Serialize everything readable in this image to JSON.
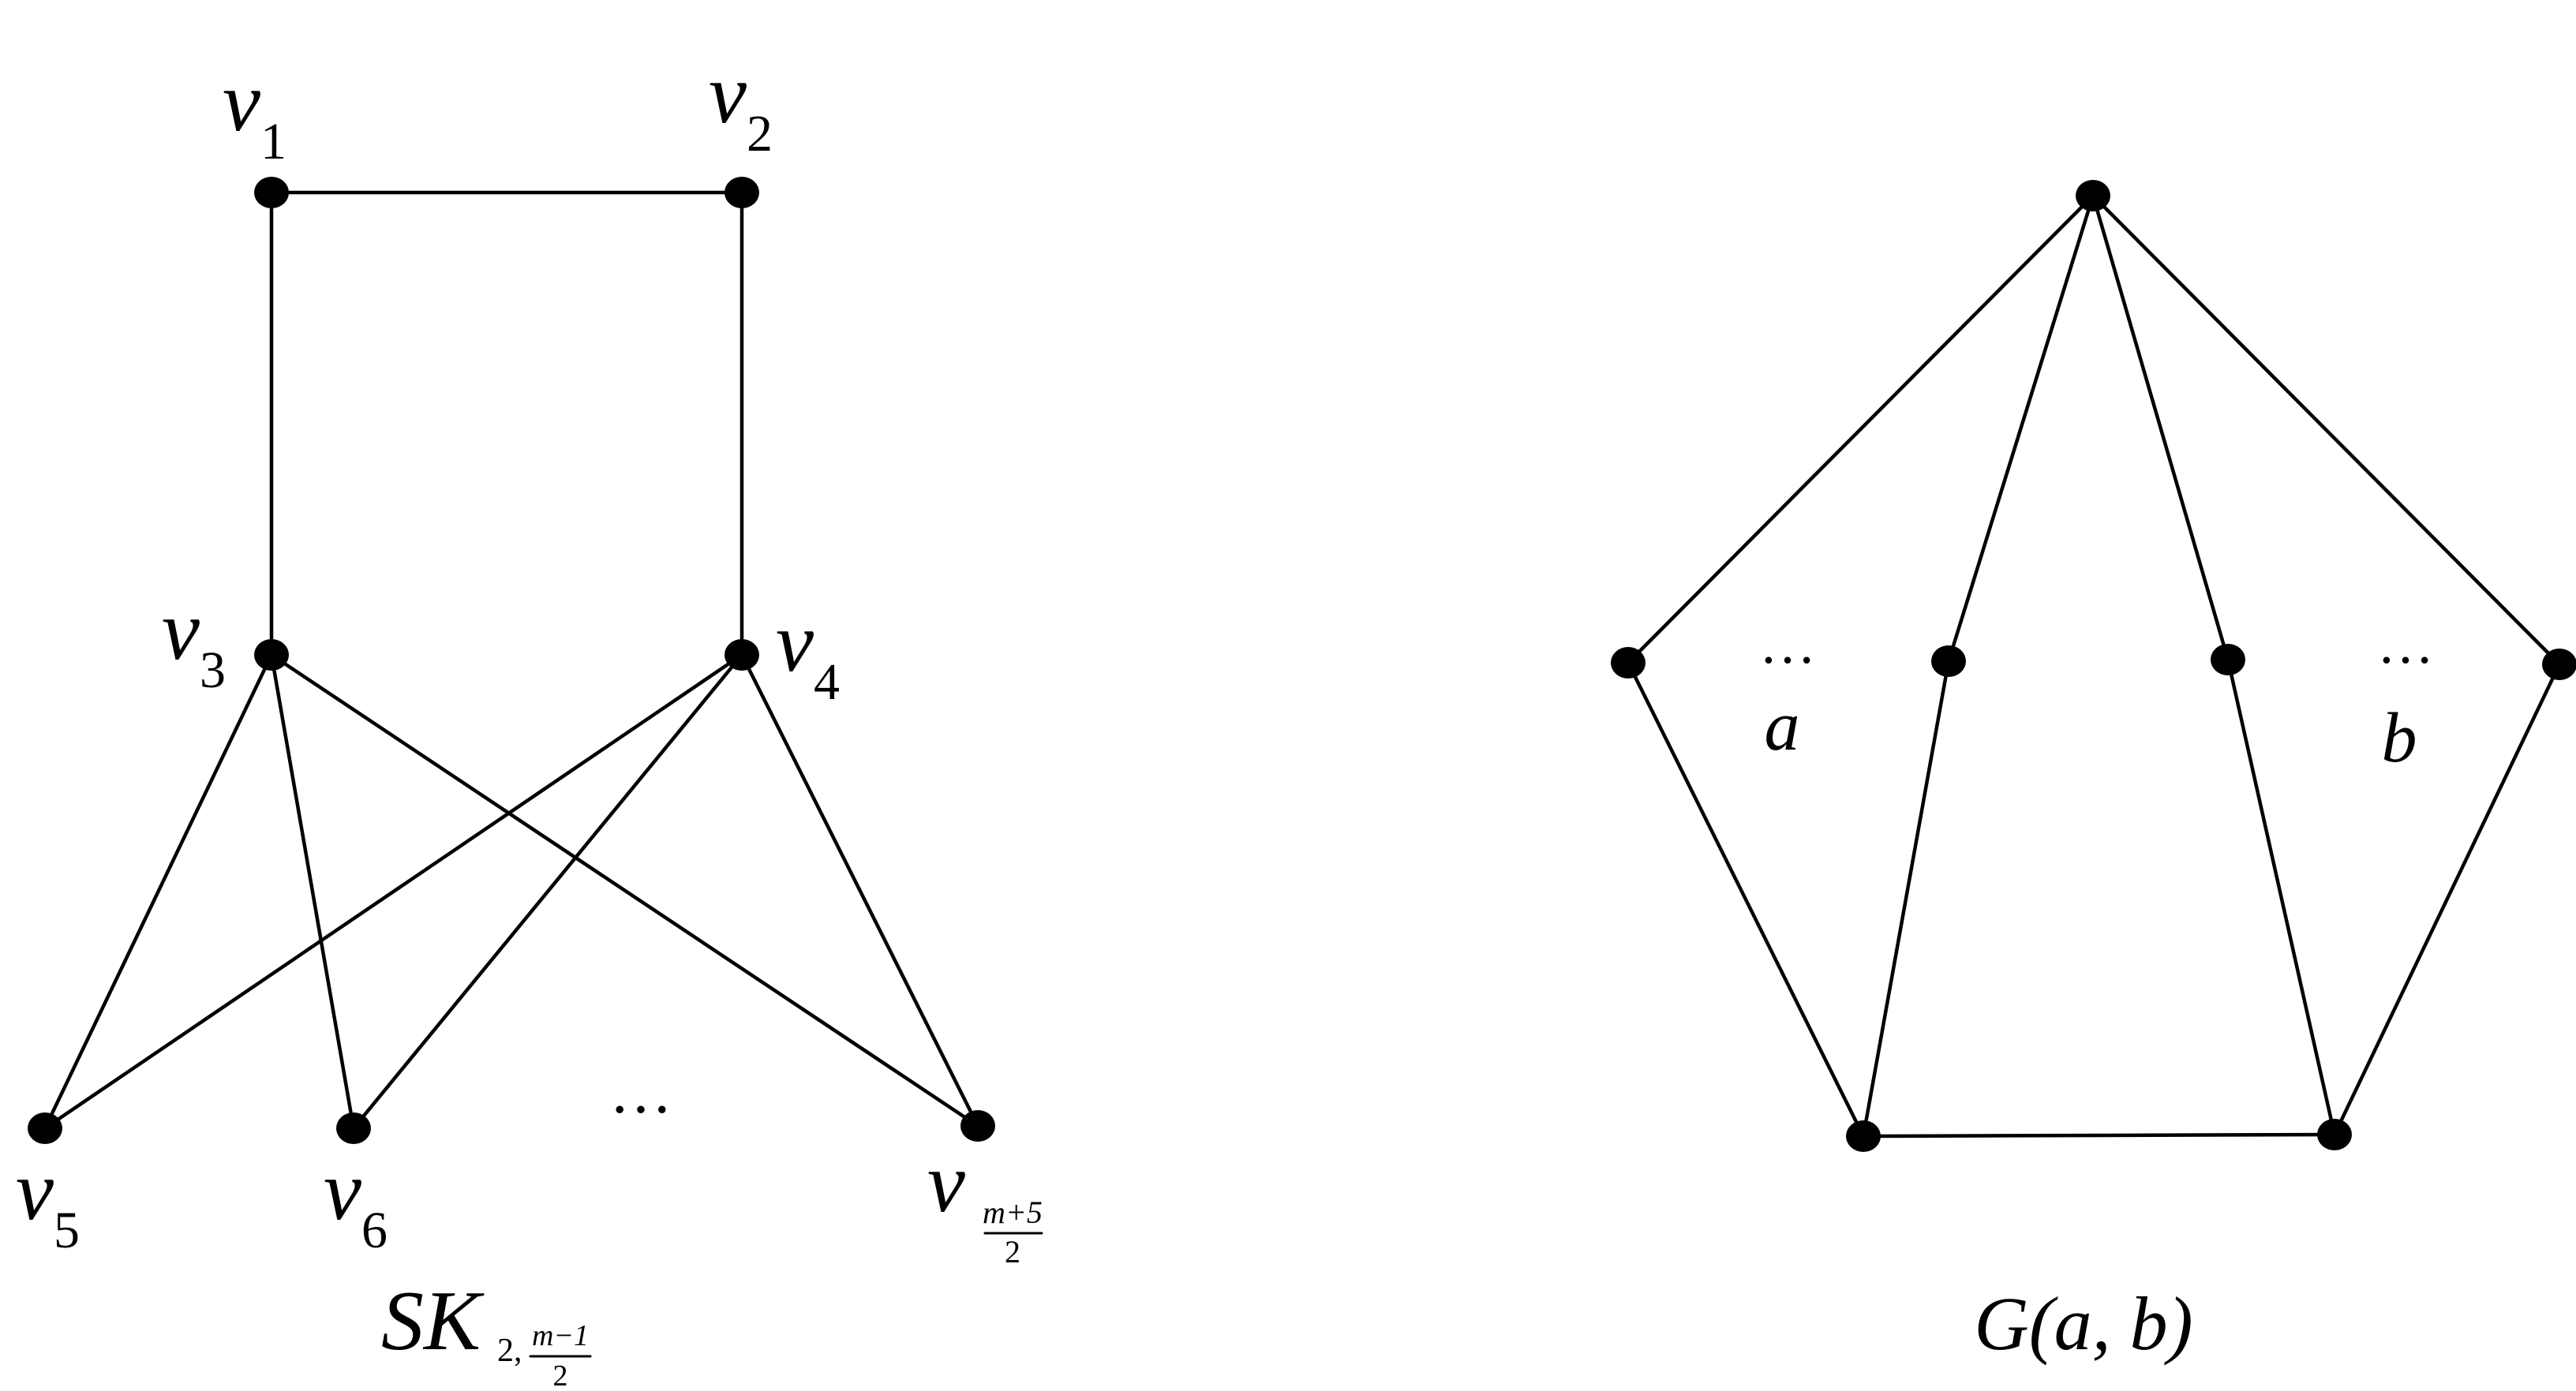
{
  "graph_left": {
    "name_main": "SK",
    "name_sub_int": "2,",
    "name_sub_num": "m−1",
    "name_sub_den": "2",
    "ellipsis": "…",
    "labels": {
      "v1": {
        "letter": "v",
        "sub": "1"
      },
      "v2": {
        "letter": "v",
        "sub": "2"
      },
      "v3": {
        "letter": "v",
        "sub": "3"
      },
      "v4": {
        "letter": "v",
        "sub": "4"
      },
      "v5": {
        "letter": "v",
        "sub": "5"
      },
      "v6": {
        "letter": "v",
        "sub": "6"
      },
      "vlast": {
        "letter": "v",
        "sub_num": "m+5",
        "sub_den": "2"
      }
    }
  },
  "graph_right": {
    "name": "G(a, b)",
    "left_ellipsis": "…",
    "right_ellipsis": "…",
    "label_a": "a",
    "label_b": "b"
  },
  "colors": {
    "ink": "#000000",
    "background": "#ffffff"
  }
}
